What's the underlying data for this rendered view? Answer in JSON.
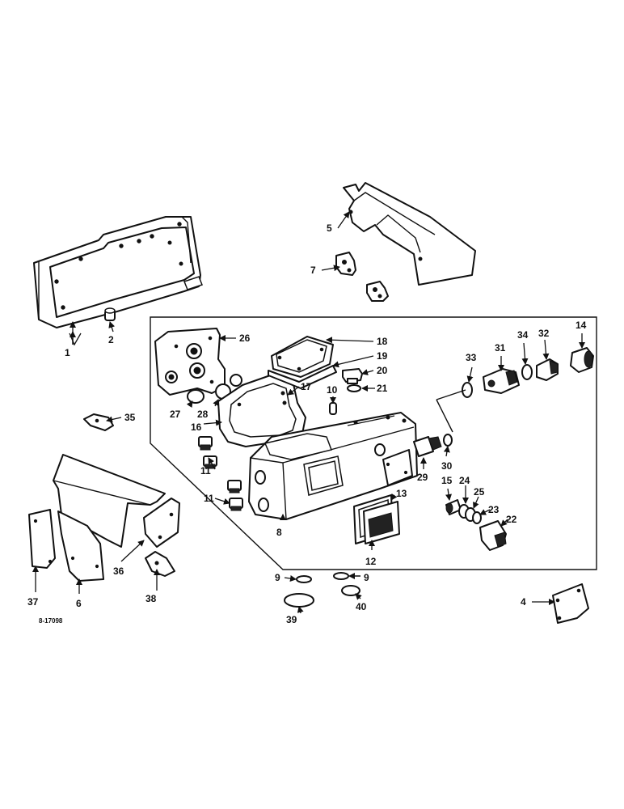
{
  "drawing_number": "8-17098",
  "callouts": {
    "c1": "1",
    "c2": "2",
    "c4": "4",
    "c5": "5",
    "c6": "6",
    "c7": "7",
    "c8": "8",
    "c9a": "9",
    "c9b": "9",
    "c10": "10",
    "c11a": "11",
    "c11b": "11",
    "c12": "12",
    "c13": "13",
    "c14": "14",
    "c15": "15",
    "c16": "16",
    "c17": "17",
    "c18": "18",
    "c19": "19",
    "c20": "20",
    "c21": "21",
    "c22": "22",
    "c23": "23",
    "c24": "24",
    "c25": "25",
    "c26": "26",
    "c27": "27",
    "c28": "28",
    "c29": "29",
    "c30": "30",
    "c31": "31",
    "c32": "32",
    "c33": "33",
    "c34": "34",
    "c35": "35",
    "c36": "36",
    "c37": "37",
    "c38": "38",
    "c39": "39",
    "c40": "40"
  },
  "icons": {
    "arrowhead": "leader-arrow-icon"
  }
}
